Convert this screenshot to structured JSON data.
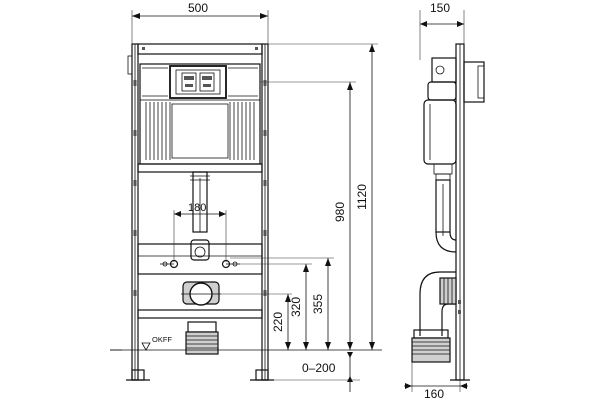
{
  "drawing": {
    "front_view": {
      "width_label": "500",
      "axis_spacing_label": "180",
      "height_labels": {
        "total": "1120",
        "cistern": "980",
        "connection_355": "355",
        "connection_320": "320",
        "connection_220": "220",
        "floor_adjust": "0–200"
      },
      "floor_level_label": "OKFF"
    },
    "side_view": {
      "depth_top_label": "150",
      "depth_bottom_label": "160"
    }
  }
}
